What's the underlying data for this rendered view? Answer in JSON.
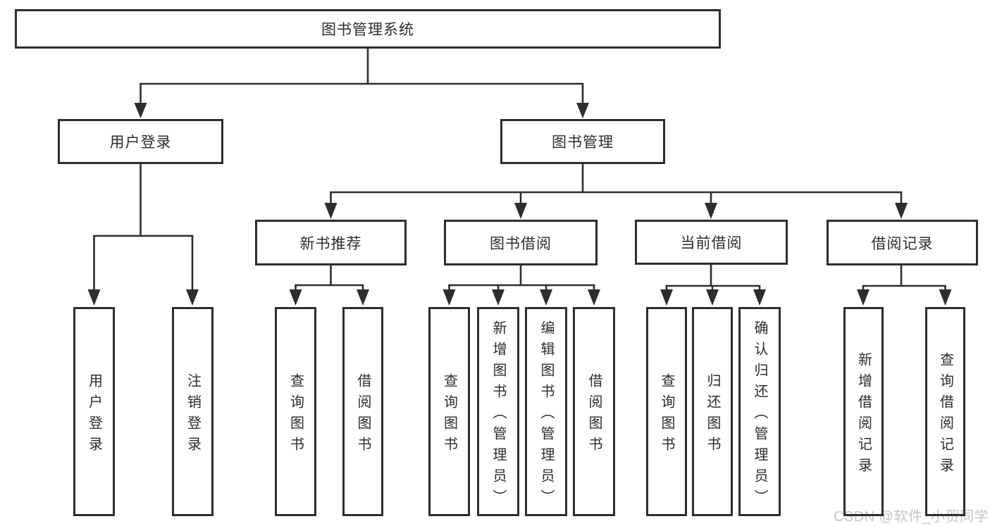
{
  "colors": {
    "line": "#2d2d2d",
    "text": "#2c2c2c",
    "background": "#ffffff",
    "watermark": "#c6c6c6"
  },
  "tree": {
    "root_label": "图书管理系统",
    "branches": [
      {
        "label": "用户登录",
        "children": [
          {
            "label": "用户登录"
          },
          {
            "label": "注销登录"
          }
        ]
      },
      {
        "label": "图书管理",
        "sections": [
          {
            "label": "新书推荐",
            "children": [
              {
                "label": "查询图书"
              },
              {
                "label": "借阅图书"
              }
            ]
          },
          {
            "label": "图书借阅",
            "children": [
              {
                "label": "查询图书"
              },
              {
                "label": "新增图书（管理员）"
              },
              {
                "label": "编辑图书（管理员）"
              },
              {
                "label": "借阅图书"
              }
            ]
          },
          {
            "label": "当前借阅",
            "children": [
              {
                "label": "查询图书"
              },
              {
                "label": "归还图书"
              },
              {
                "label": "确认归还（管理员）"
              }
            ]
          },
          {
            "label": "借阅记录",
            "children": [
              {
                "label": "新增借阅记录"
              },
              {
                "label": "查询借阅记录"
              }
            ]
          }
        ]
      }
    ]
  },
  "watermark": {
    "text": "CSDN @软件_小贺同学"
  }
}
